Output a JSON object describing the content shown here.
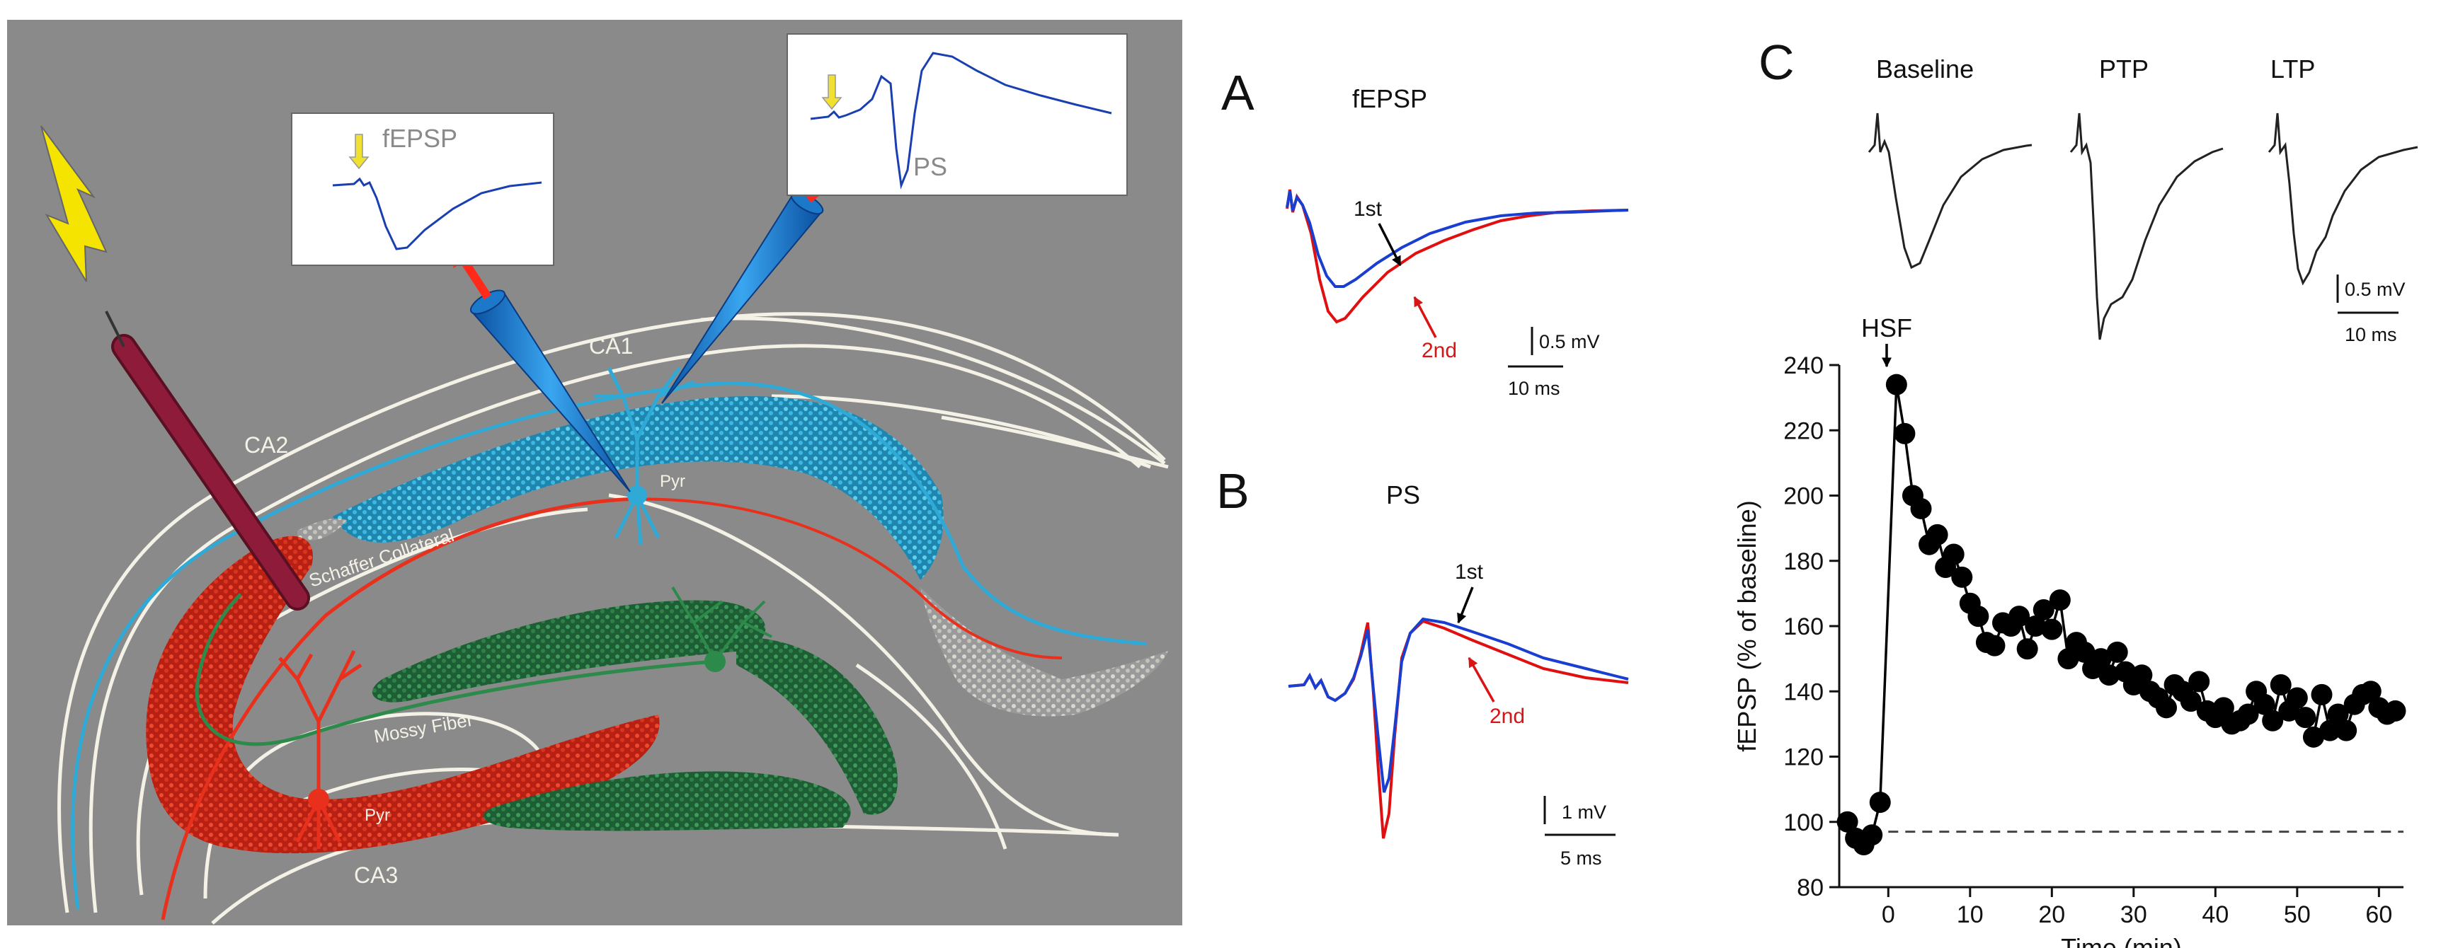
{
  "colors": {
    "panel_background": "#8a8a8a",
    "outline": "#f4f1e6",
    "ca1_blue": "#2fa9d6",
    "schaffer_red": "#e8301c",
    "mossy_green": "#2c8a4a",
    "electrode_blue": "#1f8fe0",
    "stim_electrode": "#8e1b3a",
    "bolt_yellow": "#f5e400",
    "trace_blue": "#1a3fb0",
    "trace_red": "#e01010",
    "arrow_red": "#ff2a1a",
    "arrow_yellow": "#f0e030"
  },
  "illustration": {
    "inset_fepsp_label": "fEPSP",
    "inset_ps_label": "PS",
    "region_ca1": "CA1",
    "region_ca2": "CA2",
    "region_ca3": "CA3",
    "pyr_ca1": "Pyr",
    "pyr_ca3": "Pyr",
    "schaffer_label": "Schaffer Collateral",
    "mossy_label": "Mossy Fiber"
  },
  "panel_a": {
    "letter": "A",
    "title": "fEPSP",
    "first_label": "1st",
    "second_label": "2nd",
    "scale_v": "0.5 mV",
    "scale_t": "10 ms"
  },
  "panel_b": {
    "letter": "B",
    "title": "PS",
    "first_label": "1st",
    "second_label": "2nd",
    "scale_v": "1 mV",
    "scale_t": "5 ms"
  },
  "panel_c": {
    "letter": "C",
    "trace_labels": [
      "Baseline",
      "PTP",
      "LTP"
    ],
    "scale_v": "0.5 mV",
    "scale_t": "10 ms",
    "hsf_label": "HSF"
  },
  "chart_data": {
    "type": "scatter",
    "xlabel": "Time (min)",
    "ylabel": "fEPSP (% of baseline)",
    "xlim": [
      -6,
      63
    ],
    "ylim": [
      80,
      240
    ],
    "xticks": [
      0,
      10,
      20,
      30,
      40,
      50,
      60
    ],
    "yticks": [
      80,
      100,
      120,
      140,
      160,
      180,
      200,
      220,
      240
    ],
    "baseline_dashed": 97,
    "x": [
      -5,
      -4,
      -3,
      -2,
      -1,
      1,
      2,
      3,
      4,
      5,
      6,
      7,
      8,
      9,
      10,
      11,
      12,
      13,
      14,
      15,
      16,
      17,
      18,
      19,
      20,
      21,
      22,
      23,
      24,
      25,
      26,
      27,
      28,
      29,
      30,
      31,
      32,
      33,
      34,
      35,
      36,
      37,
      38,
      39,
      40,
      41,
      42,
      43,
      44,
      45,
      46,
      47,
      48,
      49,
      50,
      51,
      52,
      53,
      54,
      55,
      56,
      57,
      58,
      59,
      60,
      61,
      62
    ],
    "y": [
      100,
      95,
      93,
      96,
      106,
      234,
      219,
      200,
      196,
      185,
      188,
      178,
      182,
      175,
      167,
      163,
      155,
      154,
      161,
      160,
      163,
      153,
      160,
      165,
      159,
      168,
      150,
      155,
      152,
      147,
      150,
      145,
      152,
      146,
      142,
      145,
      140,
      138,
      135,
      142,
      140,
      137,
      143,
      134,
      132,
      135,
      130,
      131,
      133,
      140,
      136,
      131,
      142,
      134,
      138,
      132,
      126,
      139,
      128,
      133,
      128,
      136,
      139,
      140,
      135,
      133,
      134
    ]
  }
}
